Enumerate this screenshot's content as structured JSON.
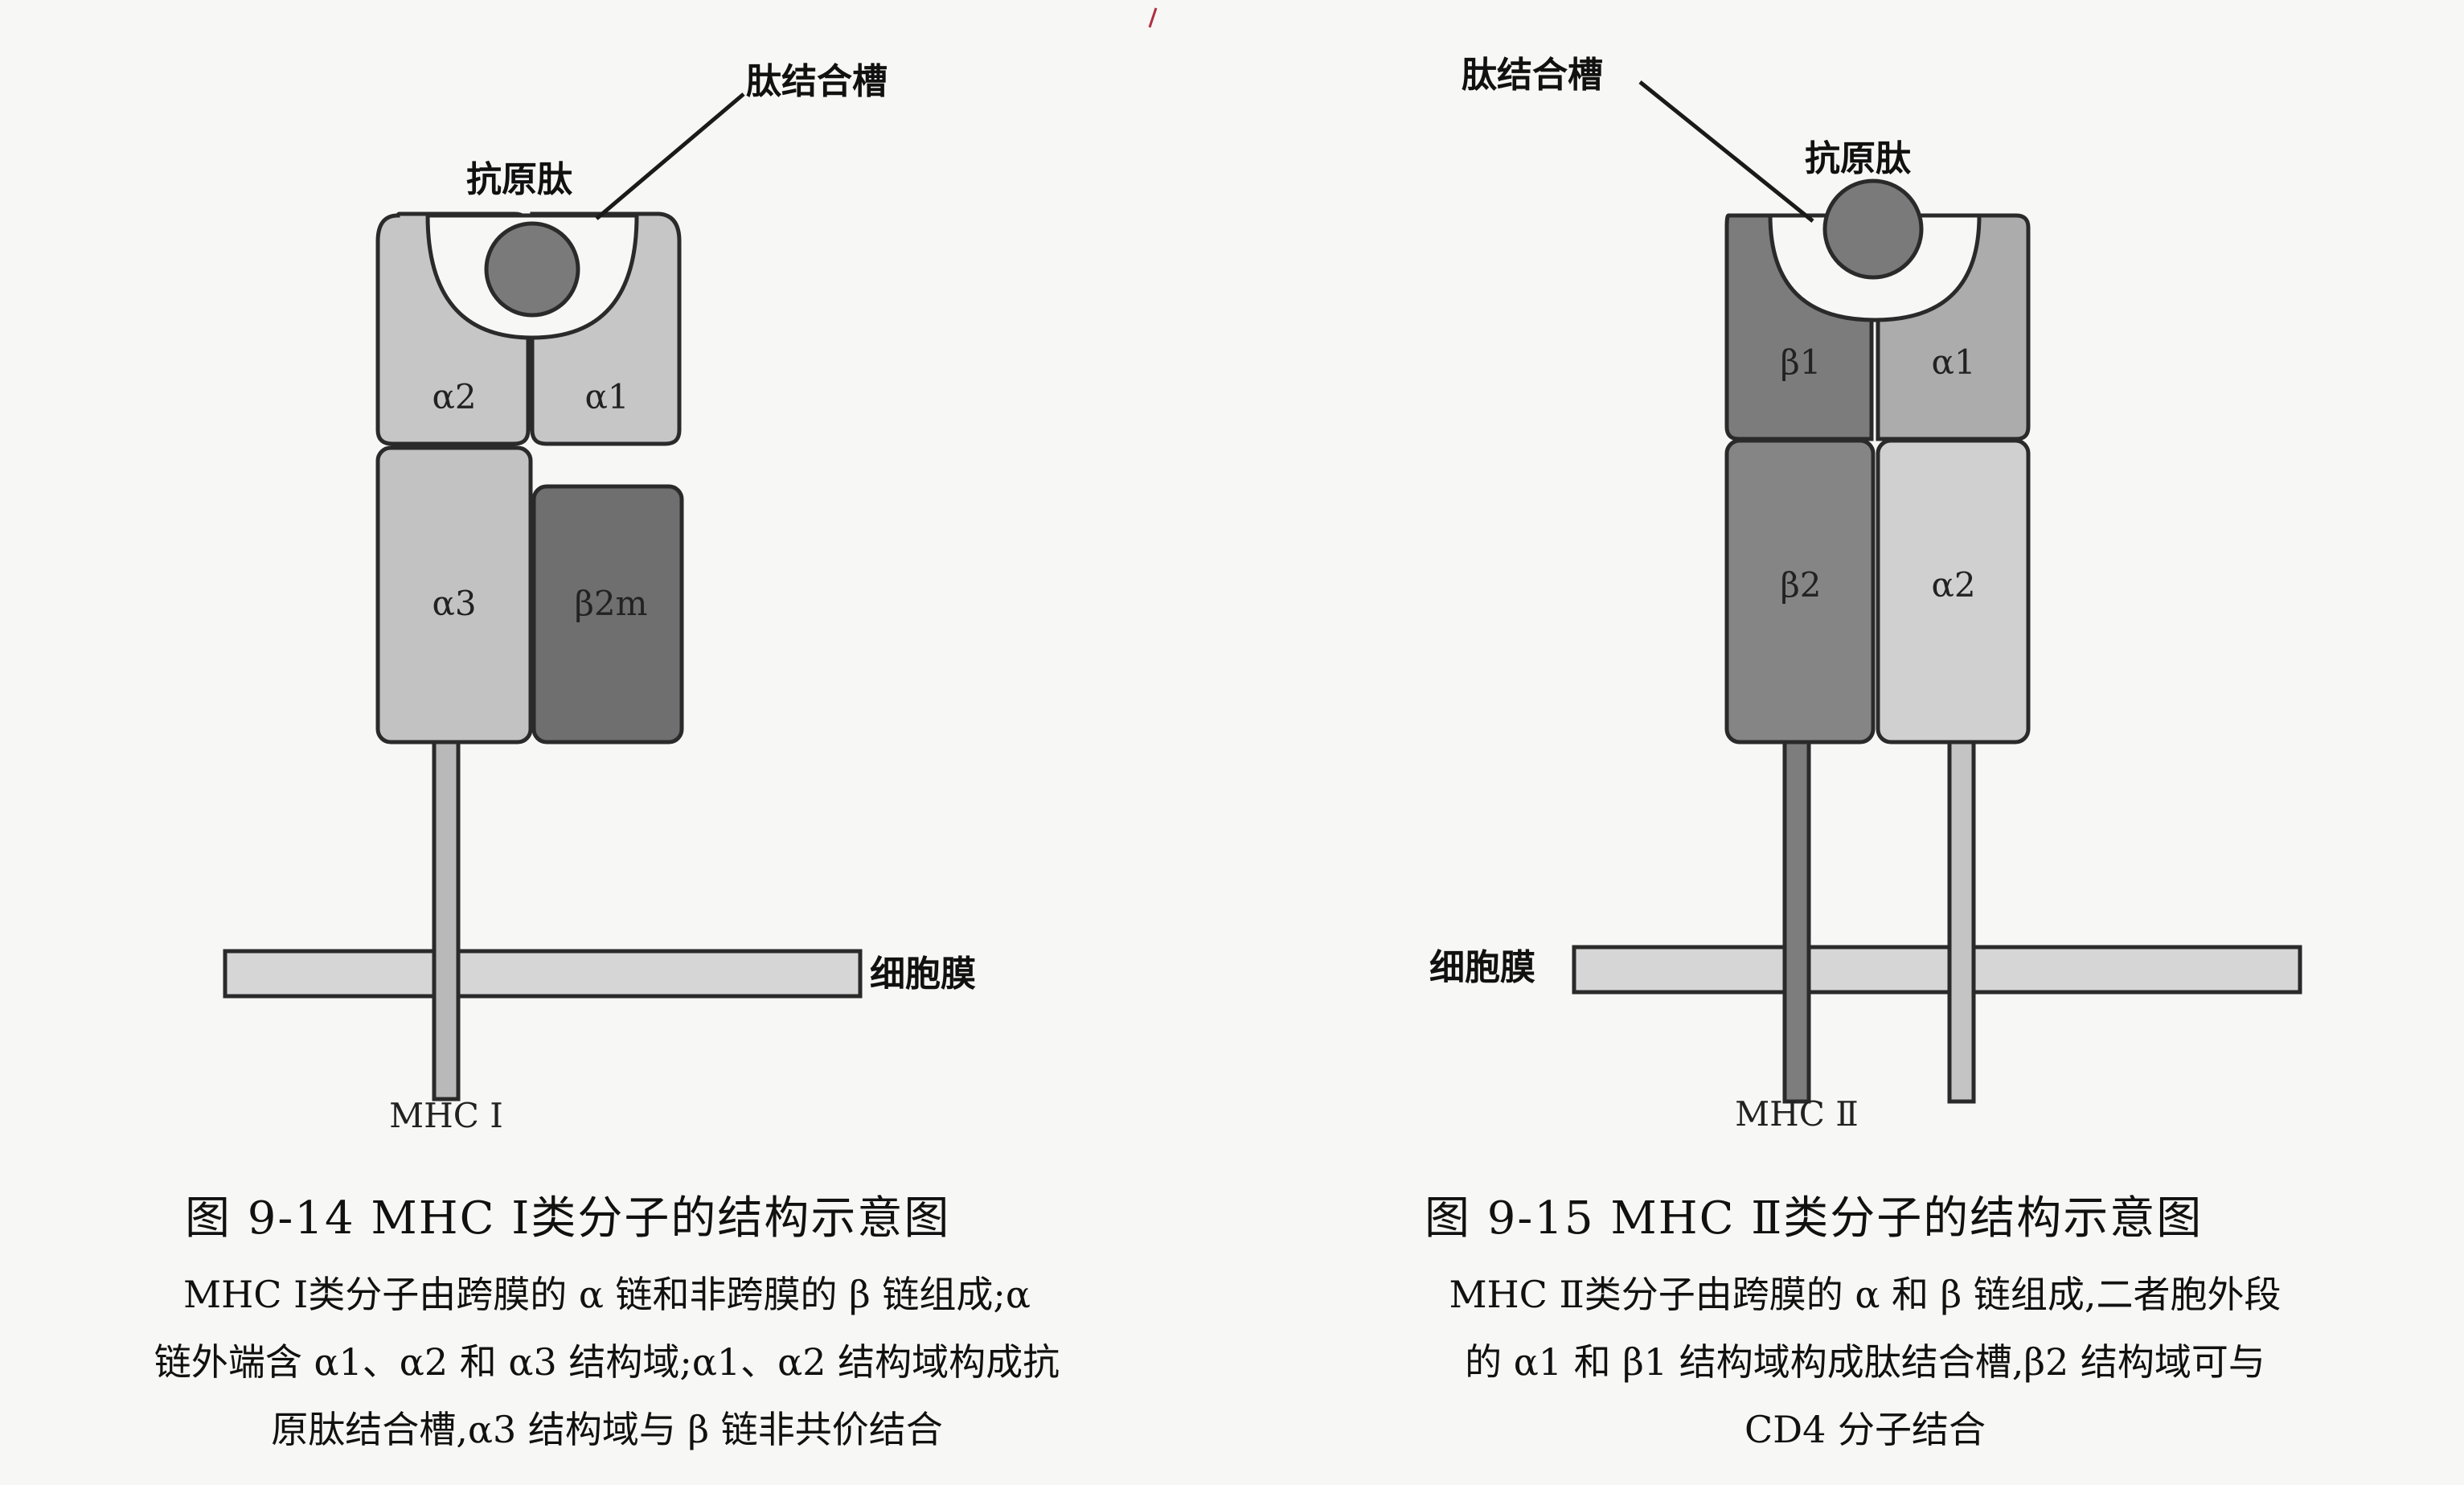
{
  "fig1": {
    "labels": {
      "groove": "肽结合槽",
      "peptide": "抗原肽",
      "membrane": "细胞膜",
      "molecule": "MHC Ⅰ"
    },
    "domains": {
      "a2": "α2",
      "a1": "α1",
      "a3": "α3",
      "b2m": "β2m"
    },
    "caption": "图 9-14 MHC Ⅰ类分子的结构示意图",
    "description": [
      "MHC Ⅰ类分子由跨膜的 α 链和非跨膜的 β 链组成;α",
      "链外端含 α1、α2 和 α3 结构域;α1、α2 结构域构成抗",
      "原肽结合槽,α3 结构域与 β 链非共价结合"
    ]
  },
  "fig2": {
    "labels": {
      "groove": "肽结合槽",
      "peptide": "抗原肽",
      "membrane": "细胞膜",
      "molecule": "MHC Ⅱ"
    },
    "domains": {
      "b1": "β1",
      "a1": "α1",
      "b2": "β2",
      "a2": "α2"
    },
    "caption": "图 9-15 MHC Ⅱ类分子的结构示意图",
    "description": [
      "MHC Ⅱ类分子由跨膜的 α 和 β 链组成,二者胞外段",
      "的 α1 和 β1 结构域构成肽结合槽,β2 结构域可与",
      "CD4 分子结合"
    ]
  },
  "colors": {
    "light": "#d2d2d2",
    "medium": "#9e9e9e",
    "dark": "#6f6f6f",
    "peptide": "#7a7a7a",
    "outline": "#2a2a2a"
  }
}
